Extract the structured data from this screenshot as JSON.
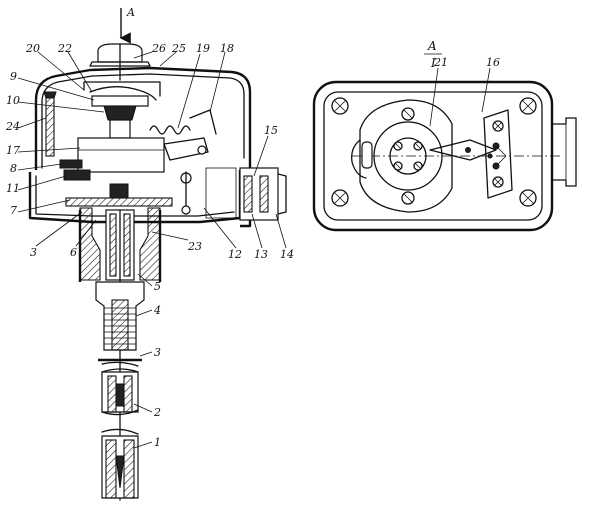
{
  "view_labels": {
    "arrow_a": "A",
    "view_a_top": "A",
    "view_a_bottom": "I"
  },
  "callouts": [
    "20",
    "22",
    "26",
    "25",
    "19",
    "18",
    "9",
    "10",
    "24",
    "17",
    "8",
    "11",
    "7",
    "3",
    "6",
    "23",
    "12",
    "13",
    "14",
    "15",
    "5",
    "4",
    "3",
    "2",
    "1",
    "21",
    "16"
  ]
}
